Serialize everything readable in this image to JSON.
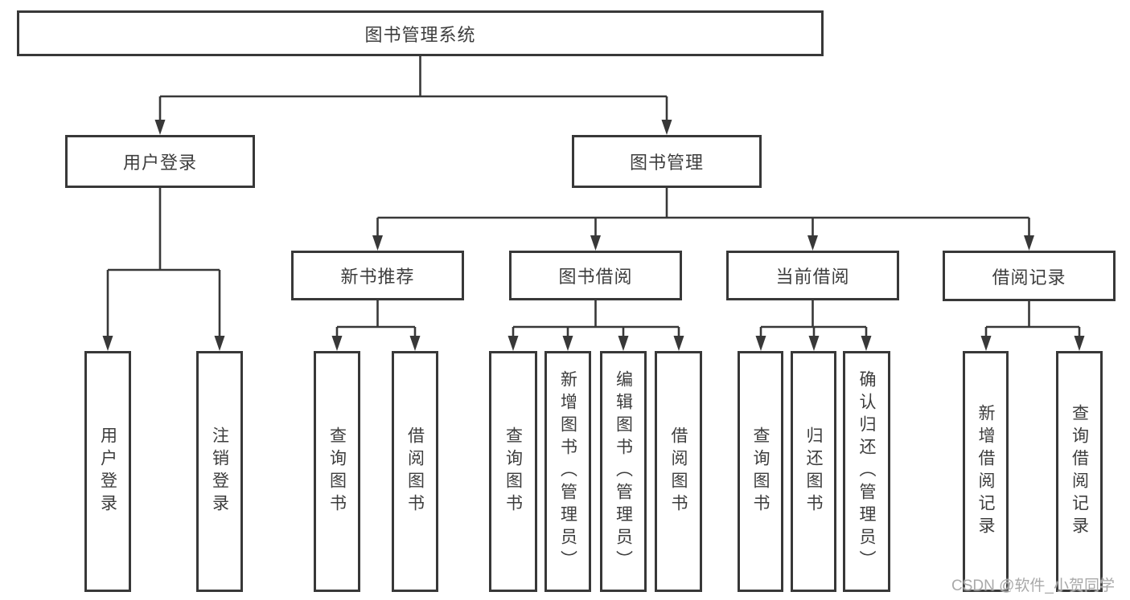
{
  "watermark": {
    "text": "CSDN @软件_小贺同学"
  },
  "colors": {
    "line": "#383838",
    "box_border": "#383838",
    "text": "#3d3d3d",
    "background": "#ffffff",
    "watermark": "#a9a9a9"
  },
  "tree": {
    "label": "图书管理系统",
    "children": [
      {
        "label": "用户登录",
        "children": [
          {
            "label": "用户登录"
          },
          {
            "label": "注销登录"
          }
        ]
      },
      {
        "label": "图书管理",
        "children": [
          {
            "label": "新书推荐",
            "children": [
              {
                "label": "查询图书"
              },
              {
                "label": "借阅图书"
              }
            ]
          },
          {
            "label": "图书借阅",
            "children": [
              {
                "label": "查询图书"
              },
              {
                "label": "新增图书（管理员）"
              },
              {
                "label": "编辑图书（管理员）"
              },
              {
                "label": "借阅图书"
              }
            ]
          },
          {
            "label": "当前借阅",
            "children": [
              {
                "label": "查询图书"
              },
              {
                "label": "归还图书"
              },
              {
                "label": "确认归还（管理员）"
              }
            ]
          },
          {
            "label": "借阅记录",
            "children": [
              {
                "label": "新增借阅记录"
              },
              {
                "label": "查询借阅记录"
              }
            ]
          }
        ]
      }
    ]
  }
}
